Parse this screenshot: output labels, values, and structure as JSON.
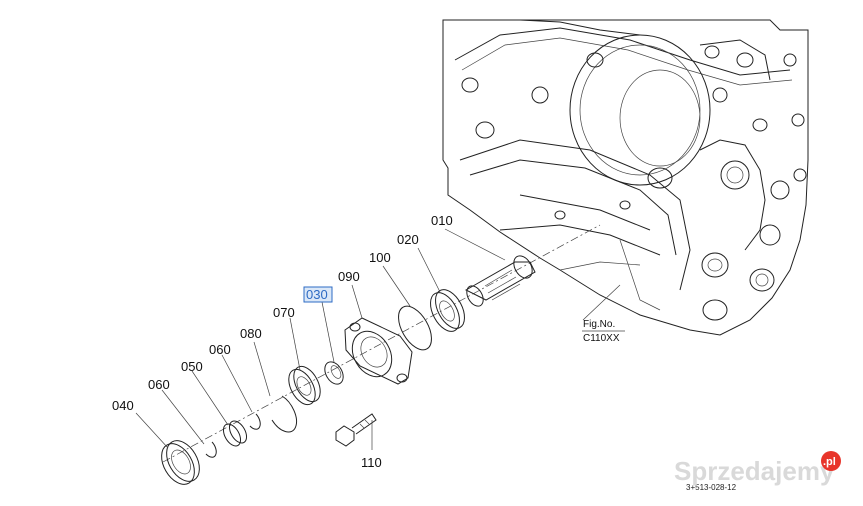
{
  "parts": [
    {
      "id": "p010",
      "label": "010"
    },
    {
      "id": "p020",
      "label": "020"
    },
    {
      "id": "p030",
      "label": "030",
      "highlighted": true
    },
    {
      "id": "p040",
      "label": "040"
    },
    {
      "id": "p050",
      "label": "050"
    },
    {
      "id": "p060a",
      "label": "060"
    },
    {
      "id": "p060b",
      "label": "060"
    },
    {
      "id": "p070",
      "label": "070"
    },
    {
      "id": "p080",
      "label": "080"
    },
    {
      "id": "p090",
      "label": "090"
    },
    {
      "id": "p100",
      "label": "100"
    },
    {
      "id": "p110",
      "label": "110"
    }
  ],
  "figure": {
    "label_line1": "Fig.No.",
    "label_line2": "C110XX",
    "drawing_code": "3+513-028-12"
  },
  "watermark": {
    "text": "Sprzedajemy",
    "badge": ".pl",
    "badge_color": "#e8352b"
  },
  "highlight_color": "#2e6bc4"
}
